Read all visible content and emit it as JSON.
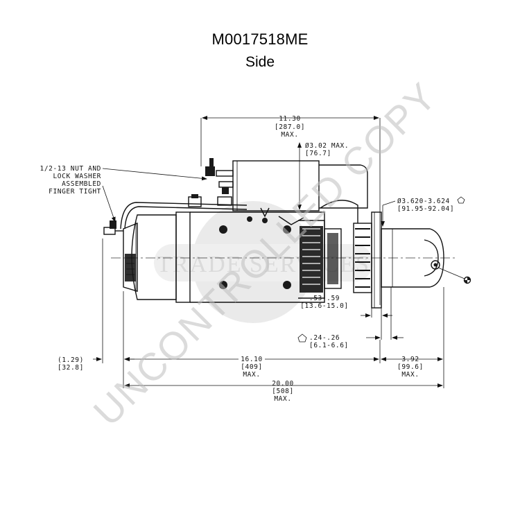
{
  "header": {
    "part_number": "M0017518ME",
    "view": "Side"
  },
  "watermarks": {
    "stamp": "UNCONTROLLED COPY",
    "logo": "TRADE SERVICES"
  },
  "callouts": {
    "nut_line1": "1/2-13 NUT AND",
    "nut_line2": "LOCK WASHER",
    "nut_line3": "ASSEMBLED",
    "nut_line4": "FINGER TIGHT"
  },
  "dimensions": {
    "overall_top": {
      "in": "11.30",
      "mm": "[287.0]",
      "note": "MAX."
    },
    "solenoid_dia": {
      "in": "Ø3.02 MAX.",
      "mm": "[76.7]"
    },
    "pilot_dia": {
      "in": "Ø3.620-3.624",
      "mm": "[91.95-92.04]"
    },
    "flange": {
      "in": ".53-.59",
      "mm": "[13.6-15.0]"
    },
    "flange_thk": {
      "in": ".24-.26",
      "mm": "[6.1-6.6]"
    },
    "left_stud": {
      "in": "(1.29)",
      "mm": "[32.8]"
    },
    "body_length": {
      "in": "16.10",
      "mm": "[409]",
      "note": "MAX."
    },
    "nose_length": {
      "in": "3.92",
      "mm": "[99.6]",
      "note": "MAX."
    },
    "overall_length": {
      "in": "20.00",
      "mm": "[508]",
      "note": "MAX."
    }
  }
}
